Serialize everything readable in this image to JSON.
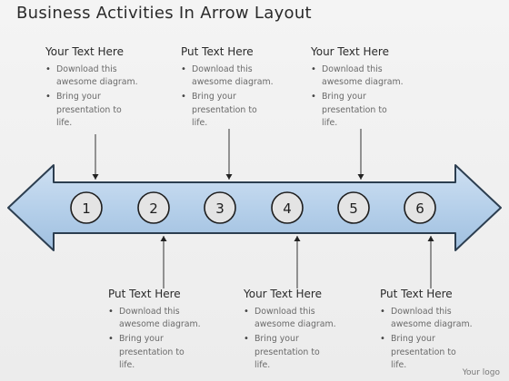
{
  "title": "Business Activities In Arrow Layout",
  "steps": [
    "1",
    "2",
    "3",
    "4",
    "5",
    "6"
  ],
  "blocks": [
    {
      "heading": "Your Text Here",
      "bullets": [
        "Download this\nawesome diagram.",
        "Bring your\npresentation to\nlife."
      ]
    },
    {
      "heading": "Put Text Here",
      "bullets": [
        "Download this\nawesome diagram.",
        "Bring your\npresentation to\nlife."
      ]
    },
    {
      "heading": "Your Text Here",
      "bullets": [
        "Download this\nawesome diagram.",
        "Bring your\npresentation to\nlife."
      ]
    },
    {
      "heading": "Put Text Here",
      "bullets": [
        "Download this\nawesome diagram.",
        "Bring your\npresentation to\nlife."
      ]
    },
    {
      "heading": "Your Text Here",
      "bullets": [
        "Download this\nawesome diagram.",
        "Bring your\npresentation to\nlife."
      ]
    },
    {
      "heading": "Put Text Here",
      "bullets": [
        "Download this\nawesome diagram.",
        "Bring your\npresentation to\nlife."
      ]
    }
  ],
  "bullet_glyph": "•",
  "logo": "Your logo",
  "colors": {
    "arrow_fill": "#b9d3ec",
    "arrow_stroke": "#2c3e50",
    "circle_fill": "#e4e4e4"
  }
}
